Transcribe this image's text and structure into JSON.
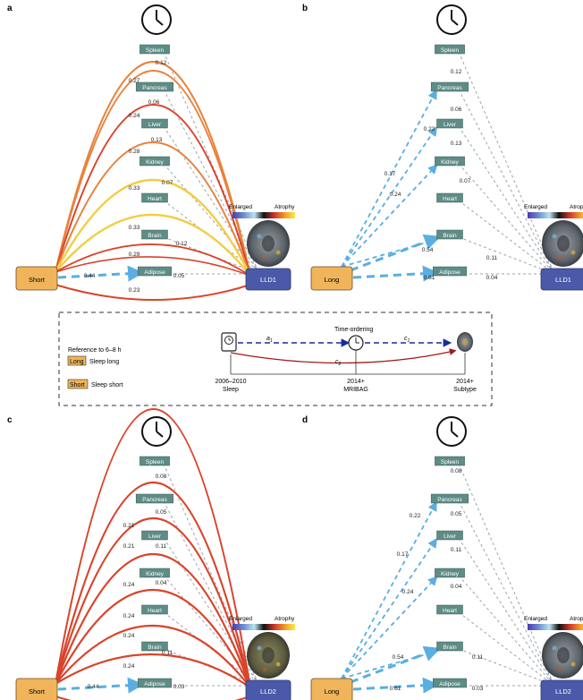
{
  "panels": [
    {
      "id": "a",
      "sleep": "Short",
      "lld": "LLD1",
      "organs": [
        "Spleen",
        "Pancreas",
        "Liver",
        "Kidney",
        "Heart",
        "Brain",
        "Adipose"
      ],
      "labels": [
        "0.12",
        "0.27",
        "0.06",
        "0.24",
        "0.13",
        "0.28",
        "0.07",
        "0.33",
        "0.33",
        "0.12",
        "0.29",
        "0.44",
        "0.05",
        "0.23"
      ]
    },
    {
      "id": "b",
      "sleep": "Long",
      "lld": "LLD1",
      "organs": [
        "Spleen",
        "Pancreas",
        "Liver",
        "Kidney",
        "Heart",
        "Brain",
        "Adipose"
      ],
      "labels": [
        "0.12",
        "0.22",
        "0.06",
        "0.17",
        "0.13",
        "0.24",
        "0.07",
        "0.54",
        "0.11",
        "0.61",
        "0.04"
      ]
    },
    {
      "id": "c",
      "sleep": "Short",
      "lld": "LLD2",
      "organs": [
        "Spleen",
        "Pancreas",
        "Liver",
        "Kidney",
        "Heart",
        "Brain",
        "Adipose"
      ],
      "labels": [
        "0.08",
        "0.05",
        "0.21",
        "0.21",
        "0.11",
        "0.24",
        "0.04",
        "0.24",
        "0.24",
        "0.11",
        "0.24",
        "0.44",
        "0.03"
      ]
    },
    {
      "id": "d",
      "sleep": "Long",
      "lld": "LLD2",
      "organs": [
        "Spleen",
        "Pancreas",
        "Liver",
        "Kidney",
        "Heart",
        "Brain",
        "Adipose"
      ],
      "labels": [
        "0.08",
        "0.22",
        "0.05",
        "0.17",
        "0.11",
        "0.24",
        "0.04",
        "0.54",
        "0.11",
        "0.61",
        "0.03"
      ]
    }
  ],
  "colorbar": {
    "left": "Enlarged",
    "right": "Atrophy"
  },
  "legend": {
    "reference": "Reference to 6–8 h",
    "long_tag": "Long",
    "long_text": "Sleep long",
    "short_tag": "Short",
    "short_text": "Sleep short",
    "time_ordering": "Time-ordering",
    "a1": "a",
    "a1_sub": "1",
    "c1": "c",
    "c1_sub": "1",
    "c2": "c",
    "c2_sub": "2",
    "t1_year": "2006–2010",
    "t1_label": "Sleep",
    "t2_year": "2014+",
    "t2_label": "MRIBAG",
    "t3_year": "2014+",
    "t3_label": "Subtype"
  },
  "colors": {
    "short_box": "#f0b55a",
    "long_box": "#f0b55a",
    "lld_box": "#4a5aa8",
    "organ_box": "#5e8c86",
    "dashed_blue": "#5aaee0",
    "dashed_grey": "#9aa4ae",
    "red": "#d9442b",
    "orange": "#e8823a",
    "yellow": "#f2cd43",
    "navy": "#1a2a9c",
    "darkred": "#a11b1b"
  }
}
